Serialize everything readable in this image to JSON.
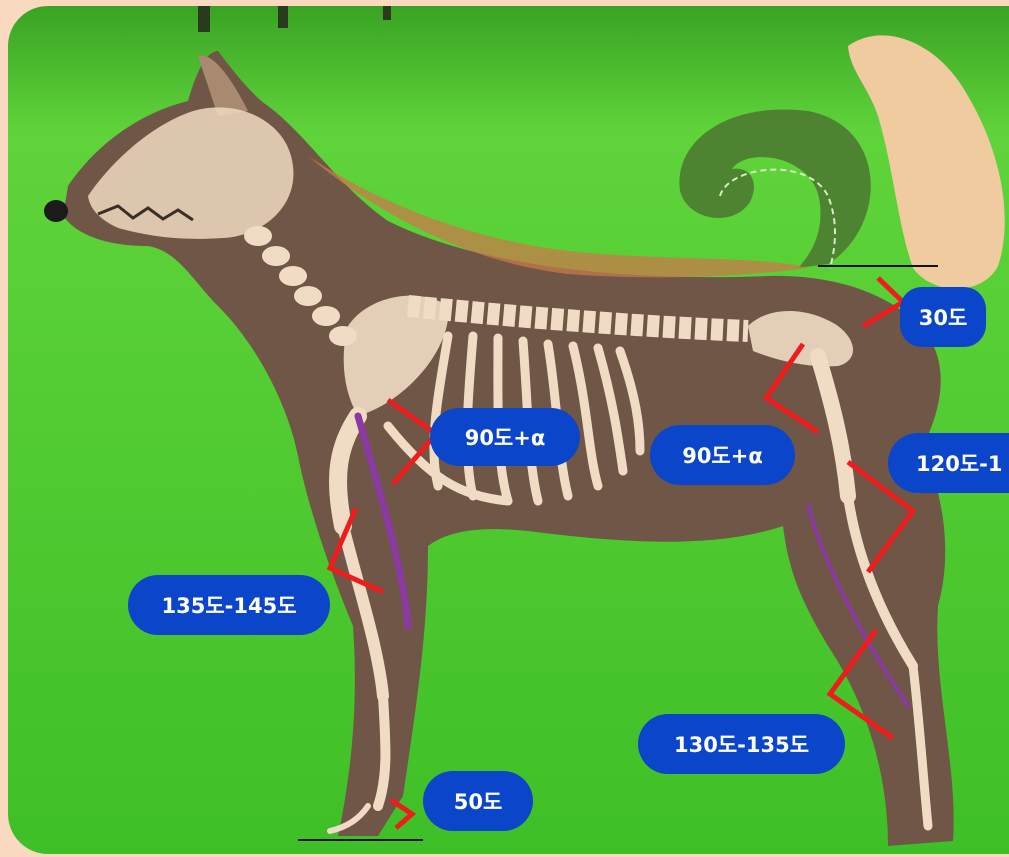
{
  "diagram": {
    "angle_labels": {
      "tail": "30도",
      "shoulder": "90도+α",
      "hip": "90도+α",
      "stifle": "120도-1",
      "elbow": "135도-145도",
      "hock": "130도-135도",
      "pastern": "50도"
    }
  },
  "colors": {
    "label_bg": "#0b45c9",
    "angle_line": "#ee1c1c",
    "grass": "#4cc82a",
    "frame": "#f9d9c0"
  }
}
